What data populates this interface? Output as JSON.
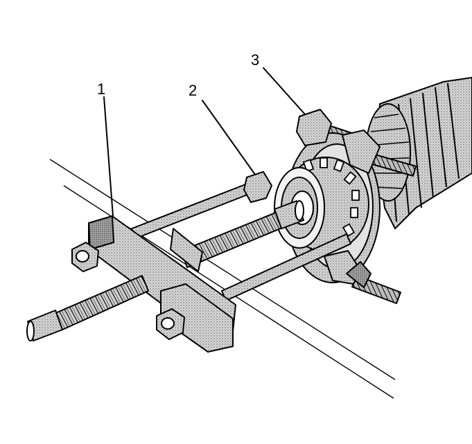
{
  "callouts": [
    {
      "id": "1",
      "label": "1"
    },
    {
      "id": "2",
      "label": "2"
    },
    {
      "id": "3",
      "label": "3"
    }
  ],
  "colors": {
    "ink": "#000000",
    "paper": "#ffffff",
    "shade": "#bdbdbd",
    "shade_dark": "#8a8a8a"
  }
}
